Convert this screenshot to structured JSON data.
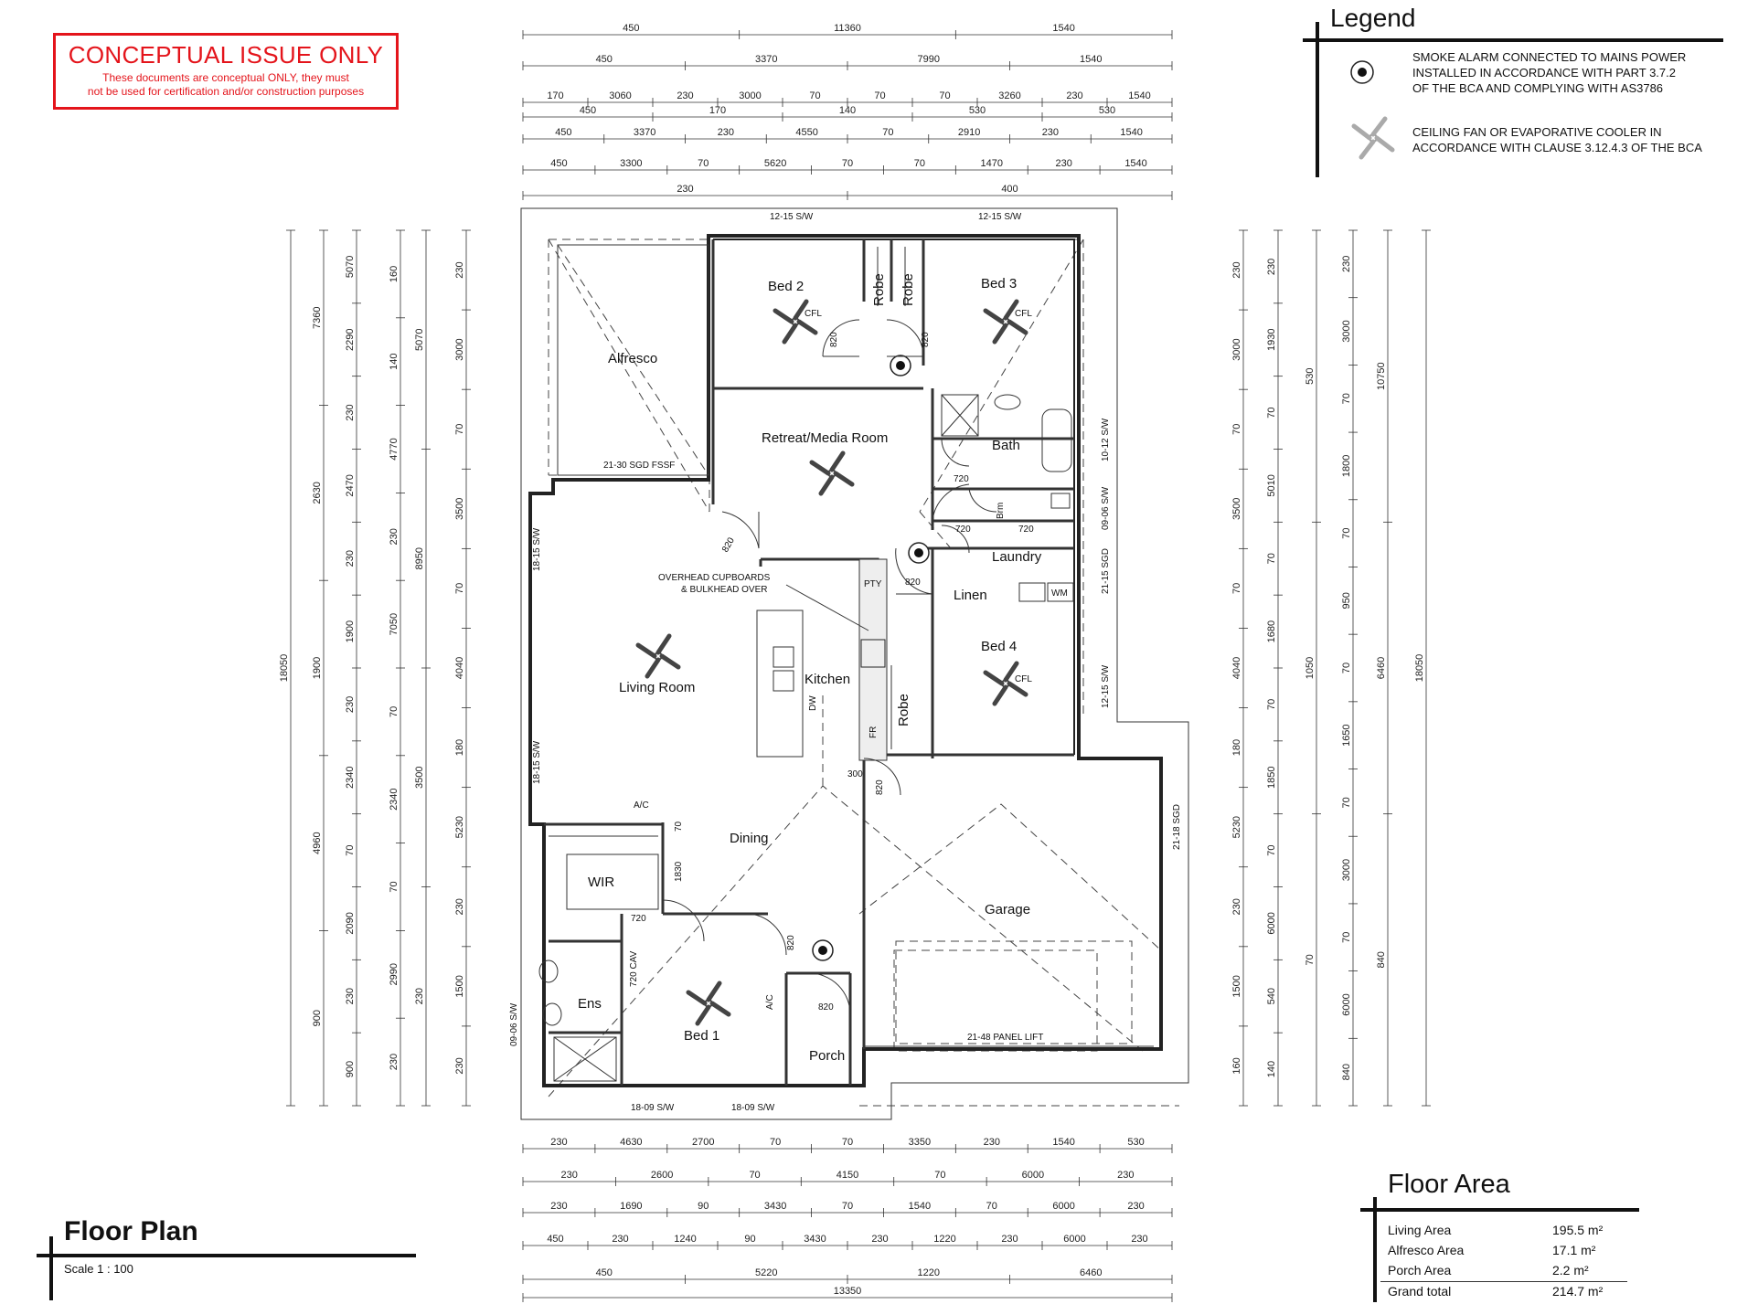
{
  "stamp": {
    "title": "CONCEPTUAL ISSUE ONLY",
    "line1": "These documents are conceptual ONLY, they must",
    "line2": "not be used for certification and/or construction purposes"
  },
  "legend": {
    "title": "Legend",
    "smoke_alarm": {
      "icon": "smoke-alarm-icon",
      "line1": "SMOKE ALARM CONNECTED TO MAINS POWER",
      "line2": "INSTALLED IN ACCORDANCE WITH PART 3.7.2",
      "line3": "OF THE BCA AND COMPLYING WITH AS3786"
    },
    "ceiling_fan": {
      "icon": "ceiling-fan-icon",
      "line1": "CEILING FAN OR EVAPORATIVE COOLER IN",
      "line2": "ACCORDANCE WITH CLAUSE 3.12.4.3 OF THE BCA"
    }
  },
  "title_block": {
    "title": "Floor Plan",
    "scale": "Scale  1 : 100"
  },
  "floor_area": {
    "title": "Floor Area",
    "rows": [
      {
        "label": "Living Area",
        "value": "195.5 m²"
      },
      {
        "label": "Alfresco Area",
        "value": "17.1 m²"
      },
      {
        "label": "Porch Area",
        "value": "2.2 m²"
      }
    ],
    "total": {
      "label": "Grand total",
      "value": "214.7 m²"
    }
  },
  "rooms": {
    "alfresco": "Alfresco",
    "bed2": "Bed 2",
    "bed3": "Bed 3",
    "robe_a": "Robe",
    "robe_b": "Robe",
    "robe_c": "Robe",
    "retreat": "Retreat/Media Room",
    "bath": "Bath",
    "laundry": "Laundry",
    "linen": "Linen",
    "wm": "WM",
    "bed4": "Bed 4",
    "living": "Living Room",
    "kitchen": "Kitchen",
    "dining": "Dining",
    "wir": "WIR",
    "ens": "Ens",
    "bed1": "Bed 1",
    "porch": "Porch",
    "garage": "Garage",
    "pty": "PTY",
    "fr": "FR",
    "dw": "DW",
    "ac_top": "A/C",
    "ac_side": "A/C",
    "cfl_bed2": "CFL",
    "cfl_bed3": "CFL",
    "cfl_bed4": "CFL",
    "wc": "Brm"
  },
  "notes": {
    "overhead1": "OVERHEAD CUPBOARDS",
    "overhead2": "& BULKHEAD OVER",
    "win_alfresco": "21-30 SGD FSSF",
    "win_bed2": "12-15 S/W",
    "win_bed3": "12-15 S/W",
    "win_bath": "10-12 S/W",
    "win_wc": "09-06 S/W",
    "win_laundry": "21-15 SGD",
    "win_bed4": "12-15 S/W",
    "win_living1": "18-15 S/W",
    "win_living2": "18-15 S/W",
    "win_ens": "09-06 S/W",
    "win_bed1a": "18-09 S/W",
    "win_bed1b": "18-09 S/W",
    "win_garage_side": "21-18 SGD",
    "garage_door": "21-48 PANEL LIFT",
    "door_820a": "820",
    "door_820b": "820",
    "door_820c": "820",
    "door_820d": "820",
    "door_820e": "820",
    "door_820f": "820",
    "door_820g": "820",
    "door_720a": "720",
    "door_720b": "720",
    "door_720c": "720",
    "door_720d": "720",
    "door_720e": "720 CAV",
    "door_300": "300",
    "door_1830": "1830",
    "door_70": "70"
  },
  "dims_top": [
    [
      "450",
      "11360",
      "1540"
    ],
    [
      "450",
      "3370",
      "7990",
      "1540"
    ],
    [
      "170",
      "3060",
      "230",
      "3000",
      "70",
      "70",
      "70",
      "3260",
      "230",
      "1540"
    ],
    [
      "450",
      "170",
      "140",
      "530",
      "530"
    ],
    [
      "450",
      "3370",
      "230",
      "4550",
      "70",
      "2910",
      "230",
      "1540"
    ],
    [
      "450",
      "3300",
      "70",
      "5620",
      "70",
      "70",
      "1470",
      "230",
      "1540"
    ],
    [
      "230",
      "400"
    ]
  ],
  "dims_bottom": [
    [
      "230",
      "4630",
      "2700",
      "70",
      "70",
      "3350",
      "230",
      "1540",
      "530"
    ],
    [
      "230",
      "2600",
      "70",
      "4150",
      "70",
      "6000",
      "230"
    ],
    [
      "230",
      "1690",
      "90",
      "3430",
      "70",
      "1540",
      "70",
      "6000",
      "230"
    ],
    [
      "450",
      "230",
      "1240",
      "90",
      "3430",
      "230",
      "1220",
      "230",
      "6000",
      "230"
    ],
    [
      "450",
      "5220",
      "1220",
      "6460"
    ],
    [
      "13350"
    ]
  ],
  "dims_left": {
    "col1": [
      "18050"
    ],
    "col2": [
      "7360",
      "2630",
      "1900",
      "4960",
      "900"
    ],
    "col3": [
      "5070",
      "2290",
      "230",
      "2470",
      "230",
      "1900",
      "230",
      "2340",
      "70",
      "2090",
      "230",
      "900"
    ],
    "col4": [
      "160",
      "140",
      "4770",
      "230",
      "7050",
      "70",
      "2340",
      "70",
      "2990",
      "230"
    ],
    "col5": [
      "5070",
      "8950",
      "3500",
      "230"
    ],
    "col6": [
      "230",
      "3000",
      "70",
      "3500",
      "70",
      "4040",
      "180",
      "5230",
      "230",
      "1500",
      "230"
    ]
  },
  "dims_right": {
    "col1": [
      "230",
      "3000",
      "70",
      "3500",
      "70",
      "4040",
      "180",
      "5230",
      "230",
      "1500",
      "160"
    ],
    "col2": [
      "230",
      "1930",
      "70",
      "5010",
      "70",
      "1680",
      "70",
      "1850",
      "70",
      "6000",
      "540",
      "140"
    ],
    "col3": [
      "530",
      "1050",
      "70"
    ],
    "col4": [
      "230",
      "3000",
      "70",
      "1800",
      "70",
      "950",
      "70",
      "1650",
      "70",
      "3000",
      "70",
      "6000",
      "840"
    ],
    "col5": [
      "10750",
      "6460",
      "840"
    ],
    "col6": [
      "18050"
    ]
  }
}
